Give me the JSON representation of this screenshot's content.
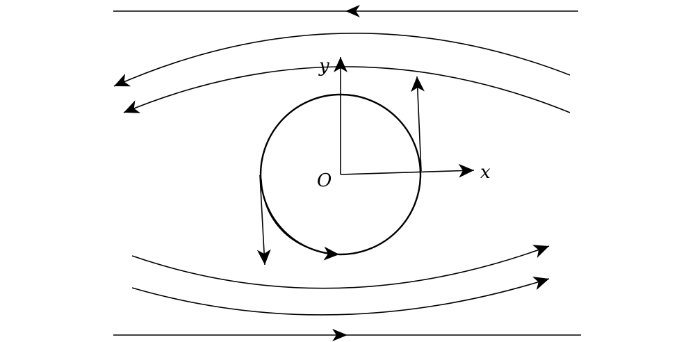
{
  "colors": {
    "ink": "#000000",
    "background": "#ffffff"
  },
  "labels": {
    "origin": "O",
    "x_axis": "x",
    "y_axis": "y"
  }
}
